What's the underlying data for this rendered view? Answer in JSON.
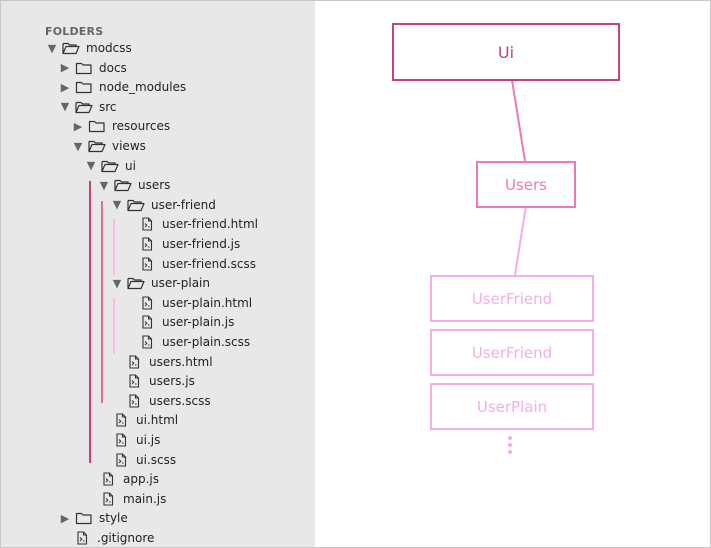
{
  "sidebar": {
    "header": "FOLDERS",
    "tree": [
      {
        "label": "modcss",
        "kind": "folder",
        "state": "open",
        "depth": 0
      },
      {
        "label": "docs",
        "kind": "folder",
        "state": "closed",
        "depth": 1
      },
      {
        "label": "node_modules",
        "kind": "folder",
        "state": "closed",
        "depth": 1
      },
      {
        "label": "src",
        "kind": "folder",
        "state": "open",
        "depth": 1
      },
      {
        "label": "resources",
        "kind": "folder",
        "state": "closed",
        "depth": 2
      },
      {
        "label": "views",
        "kind": "folder",
        "state": "open",
        "depth": 2
      },
      {
        "label": "ui",
        "kind": "folder",
        "state": "open",
        "depth": 3
      },
      {
        "label": "users",
        "kind": "folder",
        "state": "open",
        "depth": 4
      },
      {
        "label": "user-friend",
        "kind": "folder",
        "state": "open",
        "depth": 5
      },
      {
        "label": "user-friend.html",
        "kind": "file",
        "depth": 6
      },
      {
        "label": "user-friend.js",
        "kind": "file",
        "depth": 6
      },
      {
        "label": "user-friend.scss",
        "kind": "file",
        "depth": 6
      },
      {
        "label": "user-plain",
        "kind": "folder",
        "state": "open",
        "depth": 5
      },
      {
        "label": "user-plain.html",
        "kind": "file",
        "depth": 6
      },
      {
        "label": "user-plain.js",
        "kind": "file",
        "depth": 6
      },
      {
        "label": "user-plain.scss",
        "kind": "file",
        "depth": 6
      },
      {
        "label": "users.html",
        "kind": "file",
        "depth": 5
      },
      {
        "label": "users.js",
        "kind": "file",
        "depth": 5
      },
      {
        "label": "users.scss",
        "kind": "file",
        "depth": 5
      },
      {
        "label": "ui.html",
        "kind": "file",
        "depth": 4
      },
      {
        "label": "ui.js",
        "kind": "file",
        "depth": 4
      },
      {
        "label": "ui.scss",
        "kind": "file",
        "depth": 4
      },
      {
        "label": "app.js",
        "kind": "file",
        "depth": 3
      },
      {
        "label": "main.js",
        "kind": "file",
        "depth": 3
      },
      {
        "label": "style",
        "kind": "folder",
        "state": "closed",
        "depth": 1
      },
      {
        "label": ".gitignore",
        "kind": "file",
        "depth": 1
      }
    ]
  },
  "diagram": {
    "nodes": [
      {
        "id": "ui",
        "label": "Ui"
      },
      {
        "id": "users",
        "label": "Users"
      },
      {
        "id": "userfriend1",
        "label": "UserFriend"
      },
      {
        "id": "userfriend2",
        "label": "UserFriend"
      },
      {
        "id": "userplain",
        "label": "UserPlain"
      }
    ],
    "colors": {
      "level0": "#c0447f",
      "level1": "#ee79b4",
      "level2": "#f3aee6",
      "guide_users": "#e06a9f",
      "guide_inner": "#f9b8ee"
    }
  },
  "icons": {
    "folder_open": "folder-open-icon",
    "folder_closed": "folder-closed-icon",
    "file": "file-icon",
    "caret_open": "caret-down-icon",
    "caret_closed": "caret-right-icon"
  }
}
